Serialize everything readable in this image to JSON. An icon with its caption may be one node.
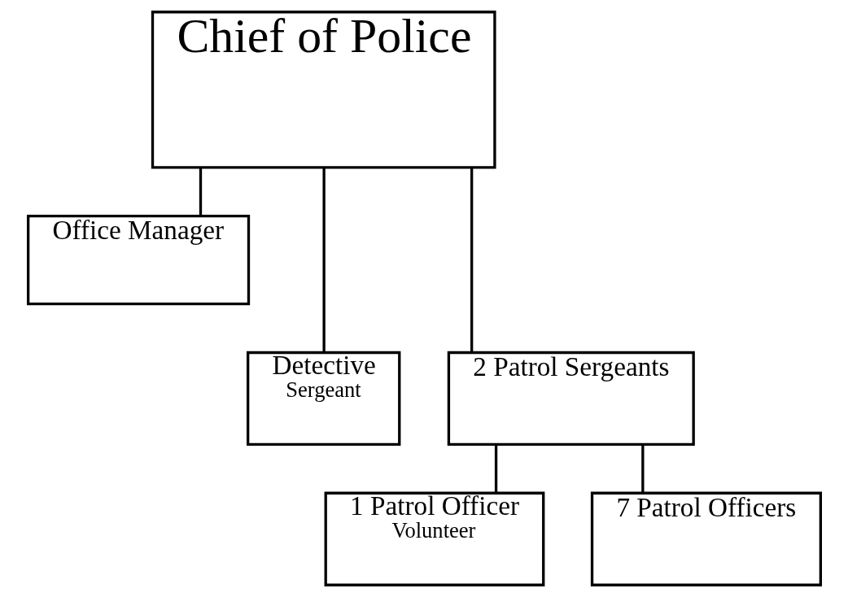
{
  "diagram": {
    "nodes": [
      {
        "text": [
          "Chief of Police"
        ]
      },
      {
        "text": [
          "Office Manager"
        ]
      },
      {
        "text": [
          "Detective",
          "Sergeant"
        ]
      },
      {
        "text": [
          "2 Patrol Sergeants"
        ]
      },
      {
        "text": [
          "1 Patrol Officer",
          "Volunteer"
        ]
      },
      {
        "text": [
          "7 Patrol Officers"
        ]
      }
    ],
    "edges": [
      {
        "from": 0,
        "to": 1,
        "arrow": "none"
      },
      {
        "from": 0,
        "to": 2,
        "arrow": "none"
      },
      {
        "from": 0,
        "to": 3,
        "arrow": "none"
      },
      {
        "from": 3,
        "to": 4,
        "arrow": "none"
      },
      {
        "from": 3,
        "to": 5,
        "arrow": "none"
      }
    ]
  }
}
